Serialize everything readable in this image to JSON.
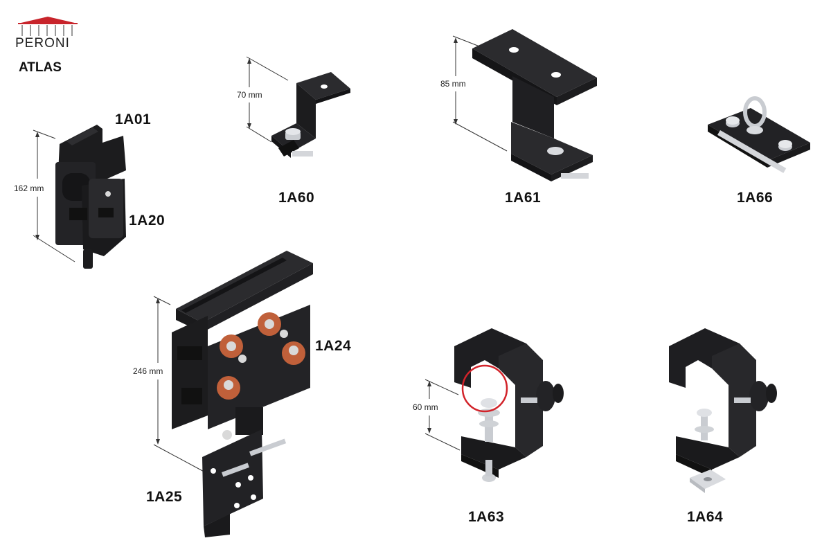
{
  "brand": {
    "name": "PERONI",
    "product_line": "ATLAS",
    "accent": "#c8242b"
  },
  "products": [
    {
      "code": "1A01"
    },
    {
      "code": "1A20",
      "dimension": "162 mm"
    },
    {
      "code": "1A60",
      "dimension": "70 mm"
    },
    {
      "code": "1A61",
      "dimension": "85 mm"
    },
    {
      "code": "1A66"
    },
    {
      "code": "1A24",
      "dimension": "246 mm"
    },
    {
      "code": "1A25"
    },
    {
      "code": "1A63",
      "dimension": "60 mm"
    },
    {
      "code": "1A64"
    }
  ],
  "colors": {
    "part": "#1c1c1e",
    "part_face": "#2b2b2e",
    "metal": "#c9ccd1",
    "roller": "#c0603a",
    "highlight_circle": "#d2232a"
  }
}
